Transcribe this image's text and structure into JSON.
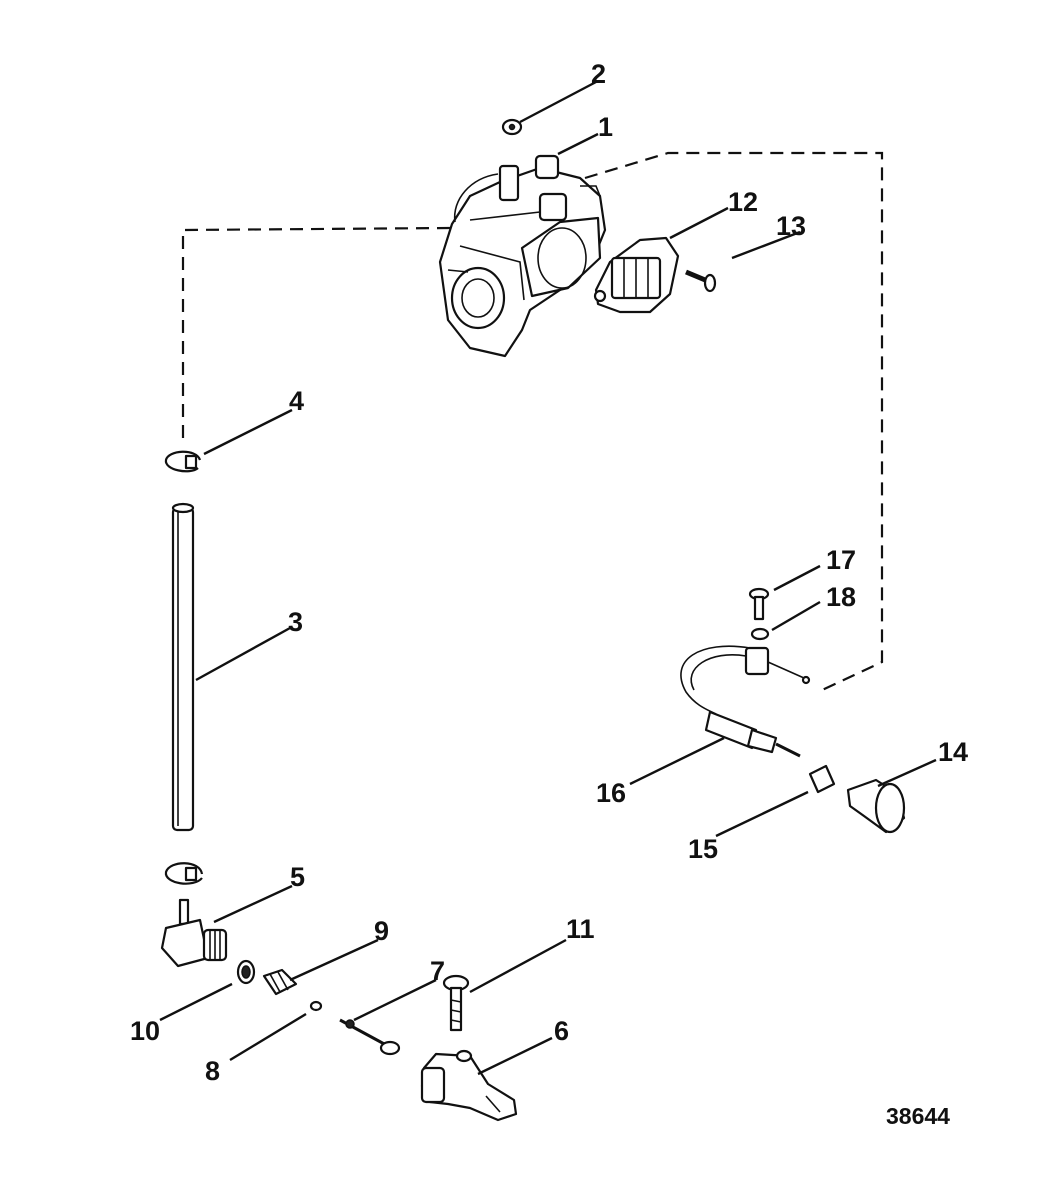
{
  "figure_number": "38644",
  "callouts": [
    {
      "id": "1",
      "label": "1"
    },
    {
      "id": "2",
      "label": "2"
    },
    {
      "id": "3",
      "label": "3"
    },
    {
      "id": "4",
      "label": "4"
    },
    {
      "id": "5",
      "label": "5"
    },
    {
      "id": "6",
      "label": "6"
    },
    {
      "id": "7",
      "label": "7"
    },
    {
      "id": "8",
      "label": "8"
    },
    {
      "id": "9",
      "label": "9"
    },
    {
      "id": "10",
      "label": "10"
    },
    {
      "id": "11",
      "label": "11"
    },
    {
      "id": "12",
      "label": "12"
    },
    {
      "id": "13",
      "label": "13"
    },
    {
      "id": "14",
      "label": "14"
    },
    {
      "id": "15",
      "label": "15"
    },
    {
      "id": "16",
      "label": "16"
    },
    {
      "id": "17",
      "label": "17"
    },
    {
      "id": "18",
      "label": "18"
    }
  ]
}
